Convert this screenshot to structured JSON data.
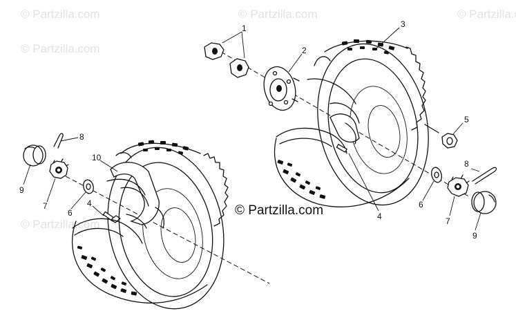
{
  "watermark": "© Partzilla.com",
  "credit": "© Partzilla.com",
  "callouts": {
    "nuts_top": "1",
    "hub": "2",
    "tire_right": "3",
    "valve_right": "4",
    "nut_right": "5",
    "washer_right": "6",
    "cotter_right": "8",
    "cap_right": "9",
    "castle_nut_right": "7",
    "cotter_left": "8",
    "rim_left": "10",
    "cap_left": "9",
    "castle_nut_left": "7",
    "washer_left": "6",
    "valve_left": "4"
  }
}
